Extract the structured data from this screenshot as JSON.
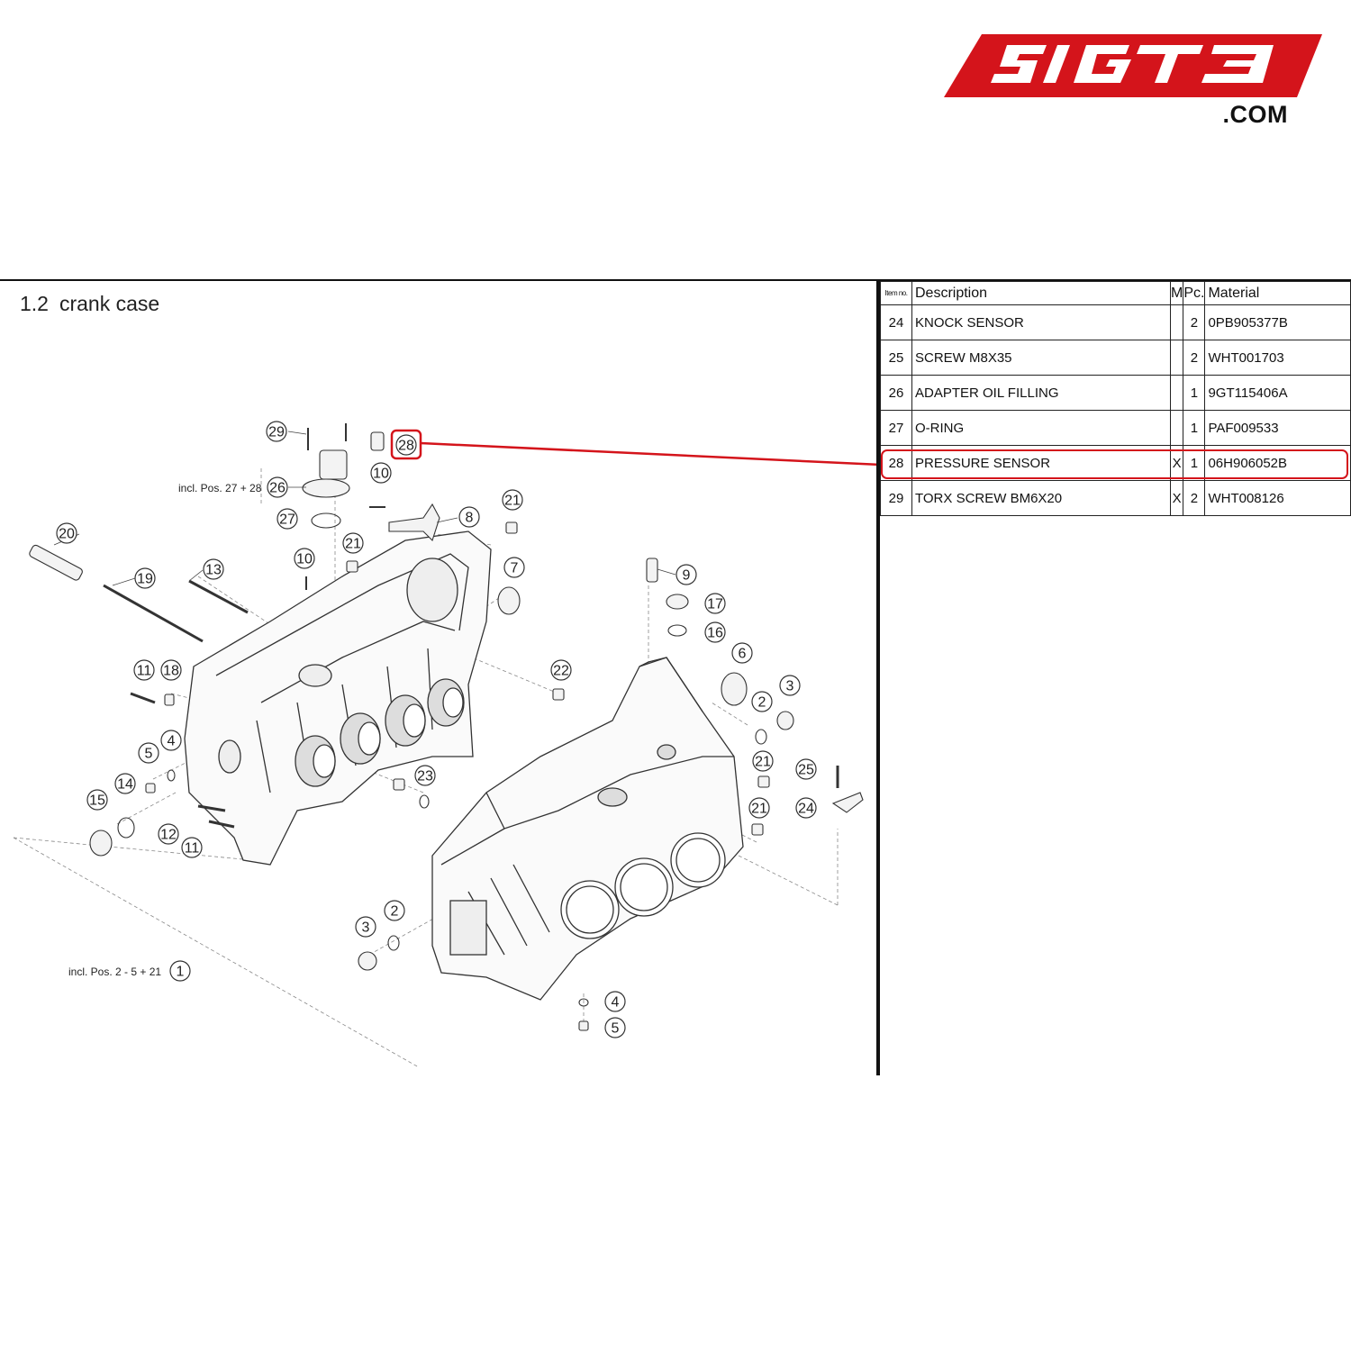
{
  "logo": {
    "brand": "SIGT3",
    "suffix": ".COM",
    "color": "#d4141b"
  },
  "page": {
    "section_number": "1.2",
    "section_title": "crank case"
  },
  "table": {
    "headers": {
      "item_no": "Item no.",
      "description": "Description",
      "m": "M",
      "pc": "Pc.",
      "material": "Material"
    },
    "rows": [
      {
        "item": "24",
        "description": "KNOCK SENSOR",
        "m": "",
        "pc": "2",
        "material": "0PB905377B"
      },
      {
        "item": "25",
        "description": "SCREW M8X35",
        "m": "",
        "pc": "2",
        "material": "WHT001703"
      },
      {
        "item": "26",
        "description": "ADAPTER OIL FILLING",
        "m": "",
        "pc": "1",
        "material": "9GT115406A"
      },
      {
        "item": "27",
        "description": "O-RING",
        "m": "",
        "pc": "1",
        "material": "PAF009533"
      },
      {
        "item": "28",
        "description": "PRESSURE SENSOR",
        "m": "X",
        "pc": "1",
        "material": "06H906052B"
      },
      {
        "item": "29",
        "description": "TORX SCREW BM6X20",
        "m": "X",
        "pc": "2",
        "material": "WHT008126"
      }
    ],
    "highlighted_item": "28",
    "highlight_color": "#d4141b"
  },
  "diagram": {
    "notes": {
      "incl_pos_27_28": "incl. Pos. 27 + 28",
      "incl_pos_2_5_21": "incl. Pos. 2 - 5 + 21"
    },
    "callouts": [
      "29",
      "28",
      "26",
      "10",
      "21",
      "8",
      "27",
      "20",
      "19",
      "13",
      "10",
      "21",
      "7",
      "9",
      "17",
      "16",
      "6",
      "2",
      "3",
      "11",
      "18",
      "22",
      "5",
      "4",
      "14",
      "15",
      "12",
      "11",
      "23",
      "21",
      "25",
      "24",
      "21",
      "3",
      "2",
      "1",
      "4",
      "5"
    ]
  }
}
